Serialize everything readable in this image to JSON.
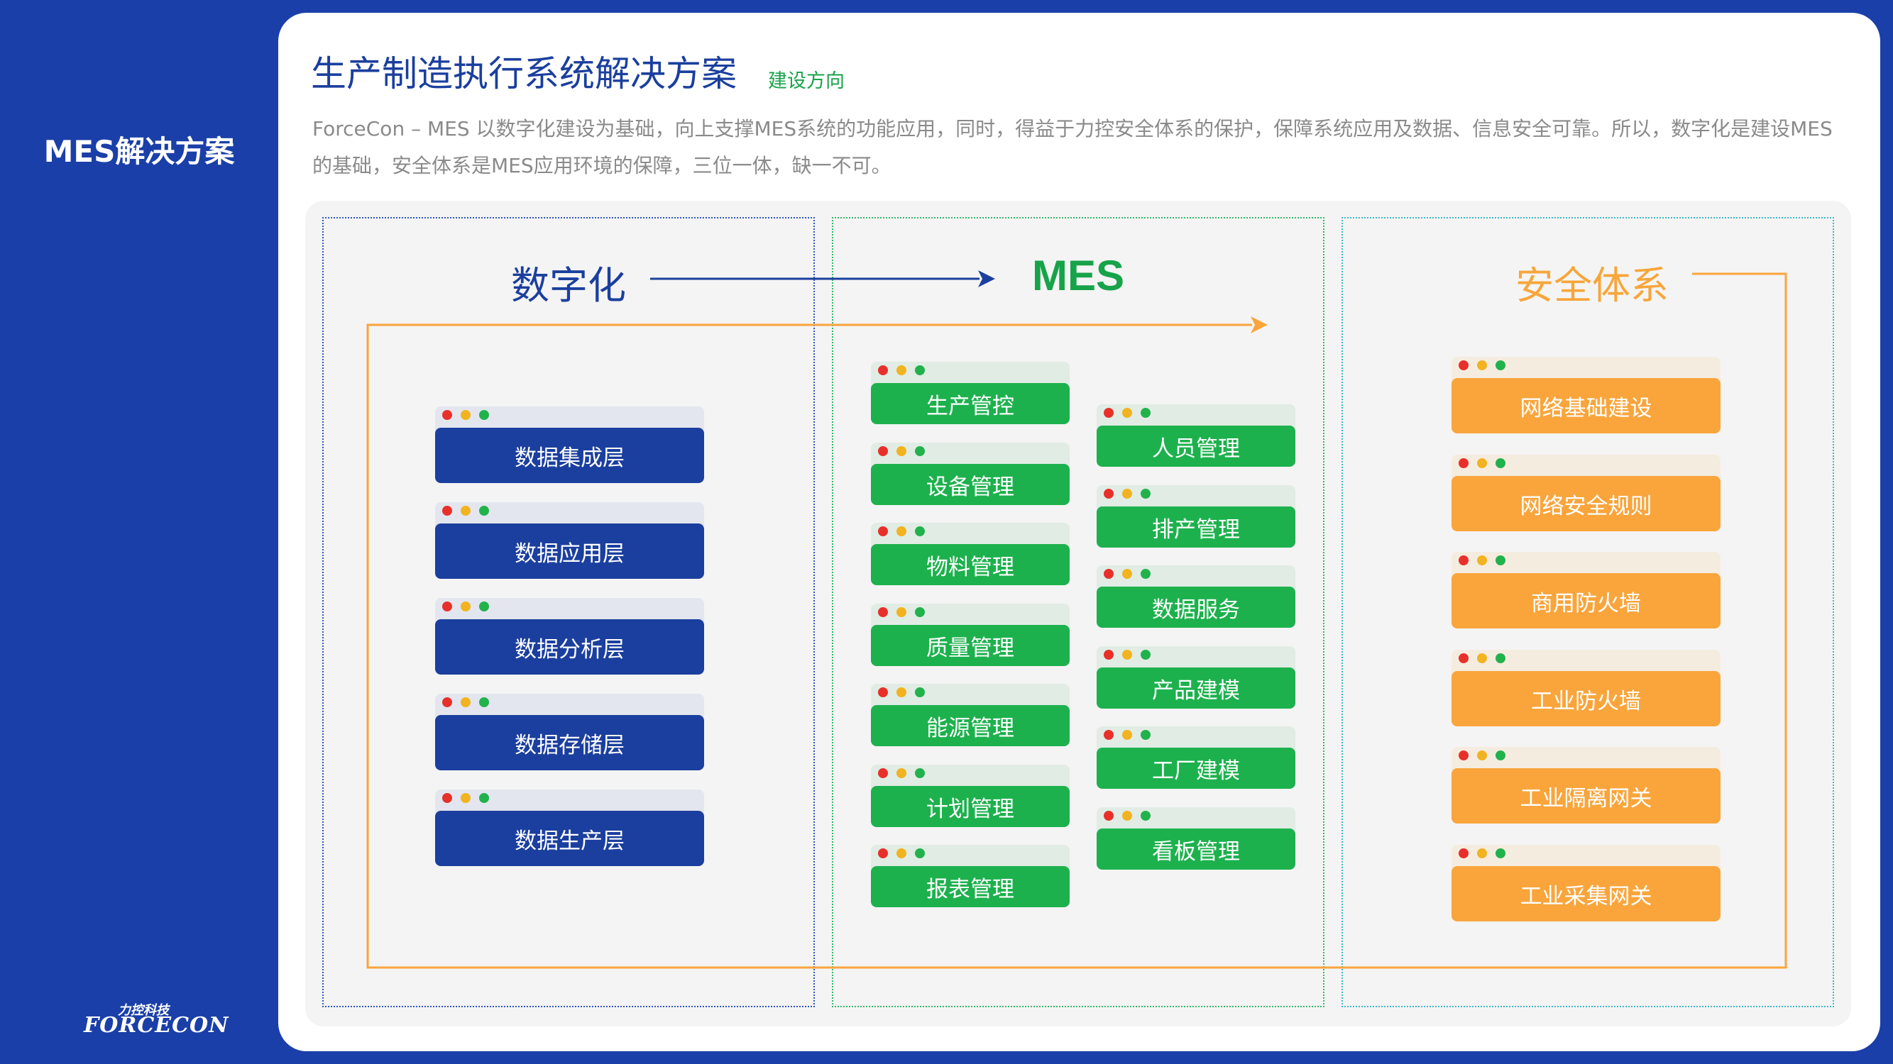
{
  "sidebar": {
    "title": "MES解决方案"
  },
  "logo": {
    "cn": "力控科技",
    "en": "FORCECON"
  },
  "header": {
    "title": "生产制造执行系统解决方案",
    "subtitle": "建设方向",
    "description": "ForceCon – MES 以数字化建设为基础，向上支撑MES系统的功能应用，同时，得益于力控安全体系的保护，保障系统应用及数据、信息安全可靠。所以，数字化是建设MES的基础，安全体系是MES应用环境的保障，三位一体，缺一不可。"
  },
  "columns": {
    "digital": {
      "heading": "数字化",
      "items": [
        "数据集成层",
        "数据应用层",
        "数据分析层",
        "数据存储层",
        "数据生产层"
      ]
    },
    "mes": {
      "heading": "MES",
      "left_items": [
        "生产管控",
        "设备管理",
        "物料管理",
        "质量管理",
        "能源管理",
        "计划管理",
        "报表管理"
      ],
      "right_items": [
        "人员管理",
        "排产管理",
        "数据服务",
        "产品建模",
        "工厂建模",
        "看板管理"
      ]
    },
    "security": {
      "heading": "安全体系",
      "items": [
        "网络基础建设",
        "网络安全规则",
        "商用防火墙",
        "工业防火墙",
        "工业隔离网关",
        "工业采集网关"
      ]
    }
  },
  "colors": {
    "background": "#1a3fa8",
    "title_blue": "#1b3f9e",
    "mes_green": "#1db14d",
    "security_orange": "#f9a53c",
    "arrow_blue": "#1b3f9e",
    "arrow_orange": "#f9a53c"
  }
}
